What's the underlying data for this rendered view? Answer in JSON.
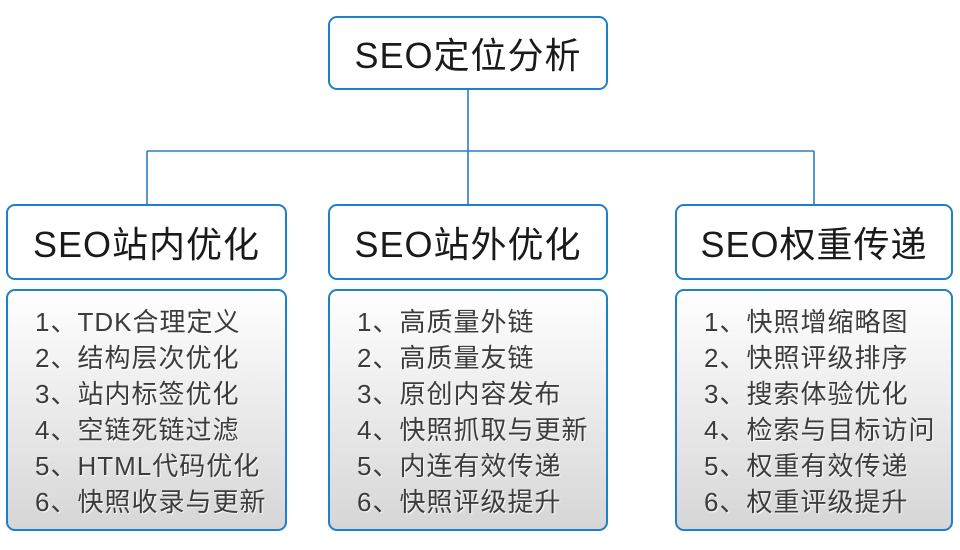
{
  "root": {
    "title": "SEO定位分析"
  },
  "columns": [
    {
      "title": "SEO站内优化",
      "items": [
        "1、TDK合理定义",
        "2、结构层次优化",
        "3、站内标签优化",
        "4、空链死链过滤",
        "5、HTML代码优化",
        "6、快照收录与更新"
      ]
    },
    {
      "title": "SEO站外优化",
      "items": [
        "1、高质量外链",
        "2、高质量友链",
        "3、原创内容发布",
        "4、快照抓取与更新",
        "5、内连有效传递",
        "6、快照评级提升"
      ]
    },
    {
      "title": "SEO权重传递",
      "items": [
        "1、快照增缩略图",
        "2、快照评级排序",
        "3、搜索体验优化",
        "4、检索与目标访问",
        "5、权重有效传递",
        "6、权重评级提升"
      ]
    }
  ],
  "colors": {
    "border_blue": "#1e7fcb",
    "connector_blue": "#2a7fc2",
    "list_gradient_top": "#ffffff",
    "list_gradient_bottom": "#d6d6d6",
    "heading_text": "#1a1a1a",
    "item_text": "#3c3c3c"
  }
}
